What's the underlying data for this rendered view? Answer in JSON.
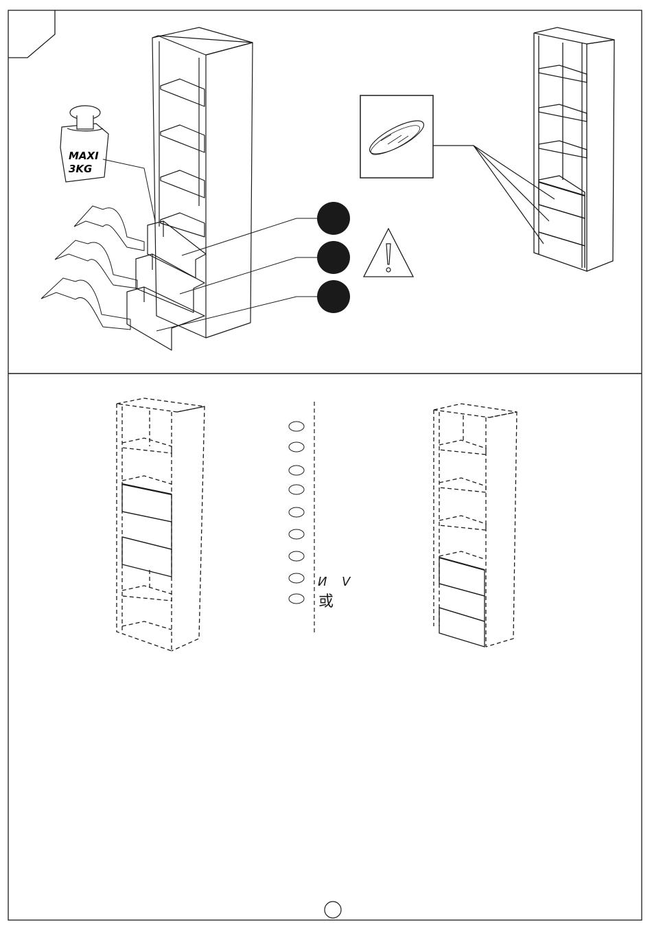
{
  "step_panel": {
    "weight_label_line1": "MAXI",
    "weight_label_line2": "3KG"
  },
  "options_panel": {
    "option_a_symbol": "И",
    "option_b_symbol": "V",
    "or_glyph": "或"
  },
  "icons": {
    "page_number": "page-number-icon",
    "weight": "weight-icon",
    "warning": "warning-icon",
    "wrench": "wrench-icon"
  },
  "colors": {
    "line": "#1a1a1a",
    "background": "#ffffff"
  }
}
